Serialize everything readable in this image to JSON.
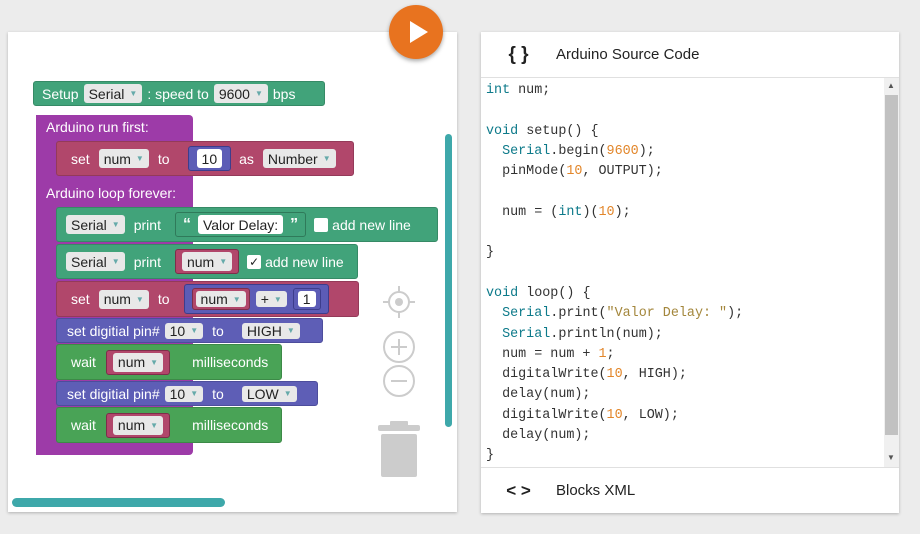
{
  "run_button": {
    "icon": "play-icon"
  },
  "workspace": {
    "setup_block": {
      "label_setup": "Setup",
      "serial_dd": "Serial",
      "label_speed": ": speed to",
      "baud_dd": "9600",
      "label_bps": "bps"
    },
    "run_first_label": "Arduino run first:",
    "set_num_1": {
      "label_set": "set",
      "var": "num",
      "label_to": "to",
      "value": "10",
      "label_as": "as",
      "type_dd": "Number"
    },
    "loop_forever_label": "Arduino loop forever:",
    "print_1": {
      "serial": "Serial",
      "label_print": "print",
      "quote_open": "“",
      "text": "Valor Delay:",
      "quote_close": "”",
      "newline_label": "add new line",
      "checked": false
    },
    "print_2": {
      "serial": "Serial",
      "label_print": "print",
      "var": "num",
      "check_mark": "✓",
      "newline_label": "add new line",
      "checked": true
    },
    "set_num_2": {
      "label_set": "set",
      "var": "num",
      "label_to": "to",
      "operand_var": "num",
      "op": "+",
      "operand_val": "1"
    },
    "digital_1": {
      "label": "set digitial pin#",
      "pin": "10",
      "label_to": "to",
      "state": "HIGH"
    },
    "wait_1": {
      "label_wait": "wait",
      "var": "num",
      "label_ms": "milliseconds"
    },
    "digital_2": {
      "label": "set digitial pin#",
      "pin": "10",
      "label_to": "to",
      "state": "LOW"
    },
    "wait_2": {
      "label_wait": "wait",
      "var": "num",
      "label_ms": "milliseconds"
    }
  },
  "controls": {
    "center": "target-icon",
    "zoom_in": "zoom-in-icon",
    "zoom_out": "zoom-out-icon",
    "trash": "trash-icon"
  },
  "code_panel": {
    "header_icon": "{ }",
    "header_title": "Arduino Source Code",
    "footer_icon": "< >",
    "footer_title": "Blocks XML"
  },
  "colors": {
    "run": "#e8731f",
    "teal": "#41a37a",
    "purple": "#9d3ba8",
    "pink": "#b1476b",
    "blue": "#5e5eb6",
    "green": "#49a356",
    "scroll": "#3ea8aa"
  }
}
